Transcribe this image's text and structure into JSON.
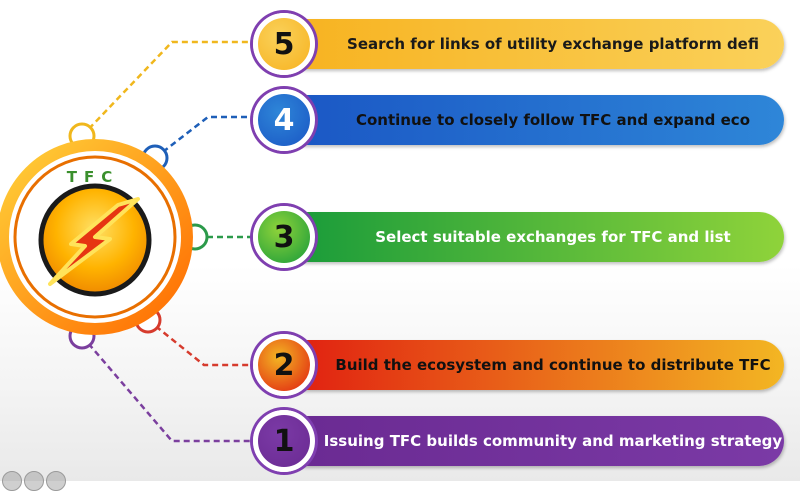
{
  "logo": {
    "text": "TFC"
  },
  "steps": [
    {
      "number": "5",
      "text": "Search for links of utility exchange platform defi",
      "colors": {
        "start": "#f7b21f",
        "end": "#fad15a",
        "text": "#1a1a1a",
        "number_text": "#111111",
        "dashed": "#f0b71d"
      }
    },
    {
      "number": "4",
      "text": "Continue to closely follow TFC and expand eco",
      "colors": {
        "start": "#1a56c4",
        "end": "#2e86d8",
        "text": "#111111",
        "number_text": "#ffffff",
        "dashed": "#1e5fb8"
      }
    },
    {
      "number": "3",
      "text": "Select suitable exchanges for TFC and list",
      "colors": {
        "start": "#169a3a",
        "end": "#8fd33a",
        "text": "#ffffff",
        "number_text": "#111111",
        "dashed": "#2b9a4a"
      }
    },
    {
      "number": "2",
      "text": "Build the ecosystem and continue to distribute TFC",
      "colors": {
        "start": "#e01c10",
        "end": "#f3b623",
        "text": "#111111",
        "number_text": "#111111",
        "dashed": "#d63b2d"
      }
    },
    {
      "number": "1",
      "text": "Issuing TFC builds community and marketing strategy",
      "colors": {
        "start": "#6a2a92",
        "end": "#7b3aa6",
        "text": "#ffffff",
        "number_text": "#111111",
        "dashed": "#7b3f9e"
      }
    }
  ]
}
